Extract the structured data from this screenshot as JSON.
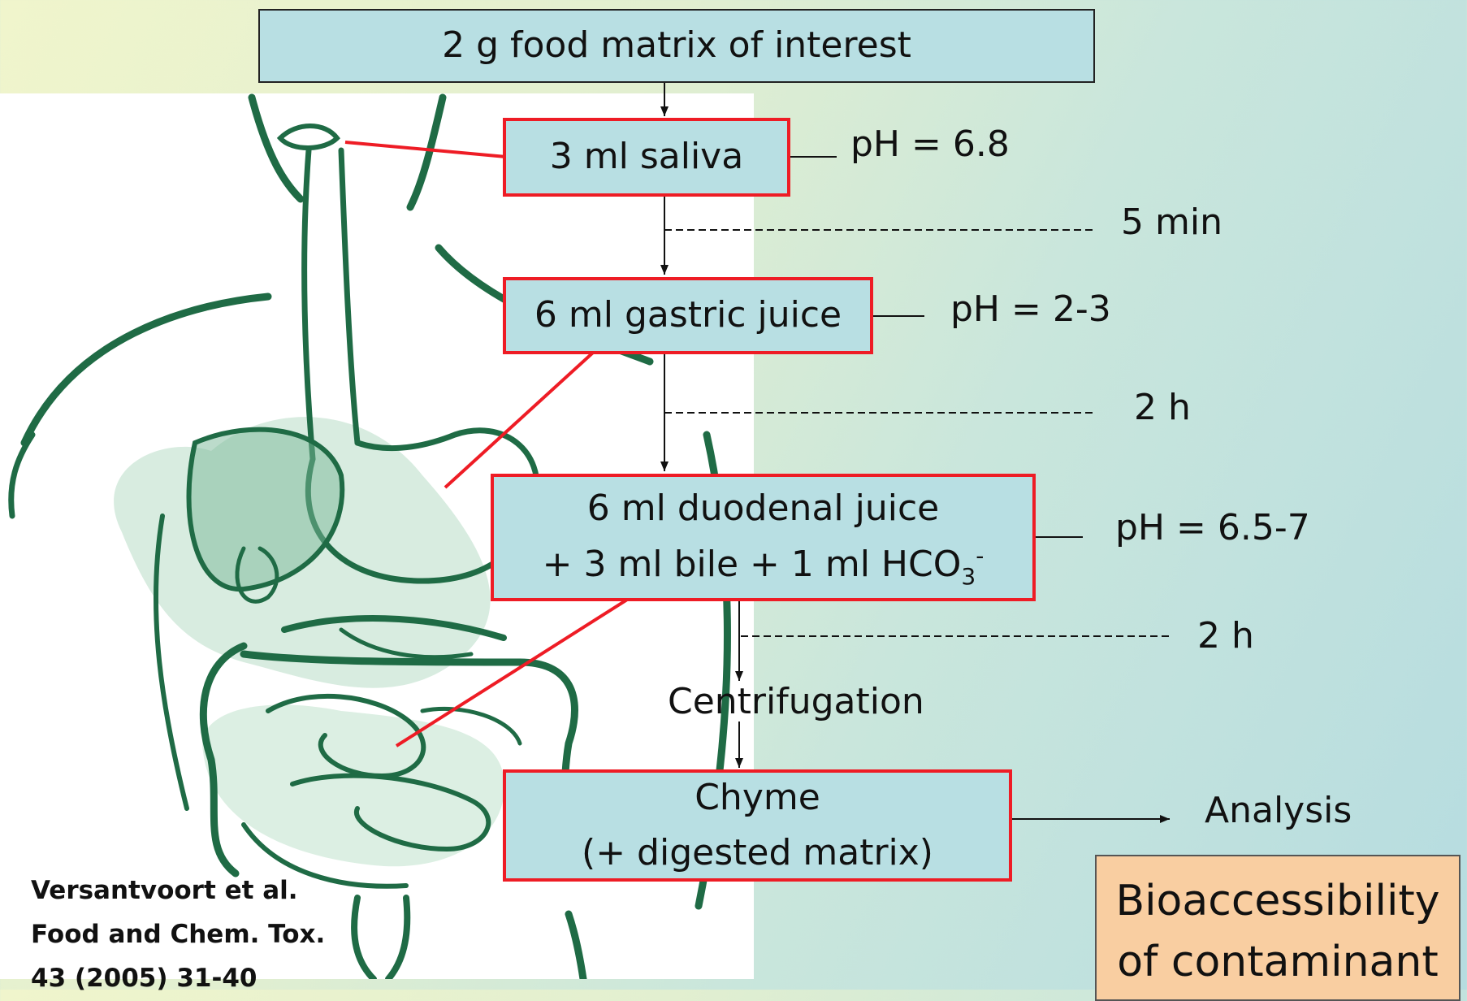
{
  "boxes": {
    "food": "2 g food matrix of interest",
    "saliva": "3 ml saliva",
    "gastric": "6 ml gastric juice",
    "duodenal_line1": "6 ml duodenal juice",
    "duodenal_line2_prefix": "+ 3 ml bile + 1 ml HCO",
    "duodenal_sub": "3",
    "duodenal_sup": "-",
    "chyme_line1": "Chyme",
    "chyme_line2": "(+ digested matrix)"
  },
  "ph": {
    "saliva": "pH = 6.8",
    "gastric": "pH = 2-3",
    "duodenal": "pH = 6.5-7"
  },
  "times": {
    "t1": "5 min",
    "t2": "2 h",
    "t3": "2 h"
  },
  "centrifugation": "Centrifugation",
  "analysis": "Analysis",
  "bioaccessibility": {
    "line1": "Bioaccessibility",
    "line2": "of contaminant"
  },
  "citation": {
    "line1": "Versantvoort et al.",
    "line2": "Food and Chem. Tox.",
    "line3": "43 (2005) 31-40"
  },
  "colors": {
    "box_fill": "#b8dfe3",
    "red_border": "#ee1c25",
    "illustration_green": "#1f6b45",
    "bio_fill": "#f9cea1"
  }
}
